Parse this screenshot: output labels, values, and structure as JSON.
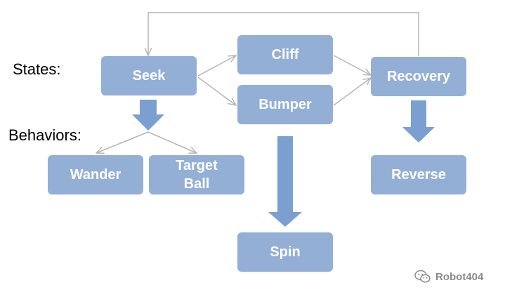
{
  "labels": {
    "states": "States:",
    "behaviors": "Behaviors:"
  },
  "nodes": {
    "seek": "Seek",
    "cliff": "Cliff",
    "bumper": "Bumper",
    "recovery": "Recovery",
    "wander": "Wander",
    "target_ball": "Target\nBall",
    "reverse": "Reverse",
    "spin": "Spin"
  },
  "watermark": {
    "text": "Robot404",
    "icon": "wechat-icon"
  },
  "colors": {
    "node_fill": "#93afd6",
    "node_text": "#ffffff",
    "arrow_fill": "#7b9fd0",
    "line": "#b5b5b5"
  }
}
